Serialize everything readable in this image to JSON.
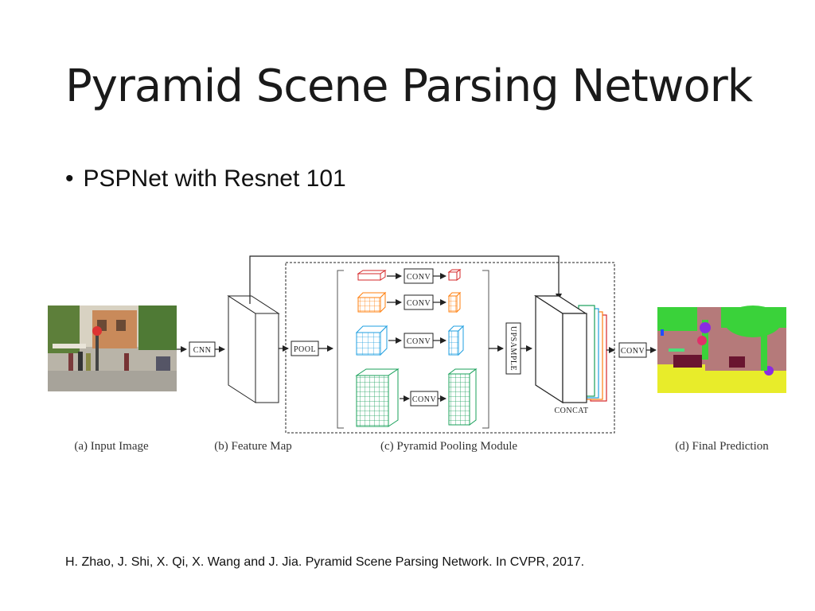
{
  "slide": {
    "title": "Pyramid Scene Parsing Network",
    "bullets": [
      "PSPNet with Resnet 101"
    ],
    "citation": "H. Zhao, J. Shi, X. Qi, X. Wang and J. Jia. Pyramid Scene Parsing Network. In CVPR, 2017."
  },
  "diagram": {
    "captions": {
      "input": "(a) Input Image",
      "feature": "(b) Feature Map",
      "pyramid": "(c) Pyramid Pooling Module",
      "prediction": "(d) Final Prediction"
    },
    "labels": {
      "cnn": "CNN",
      "pool": "POOL",
      "conv1": "CONV",
      "conv2": "CONV",
      "conv3": "CONV",
      "conv4": "CONV",
      "upsample": "UPSAMPLE",
      "concat": "CONCAT",
      "conv_final": "CONV"
    },
    "level_colors": [
      "#d62728",
      "#ff7f0e",
      "#1f9fe0",
      "#18a05a"
    ]
  }
}
